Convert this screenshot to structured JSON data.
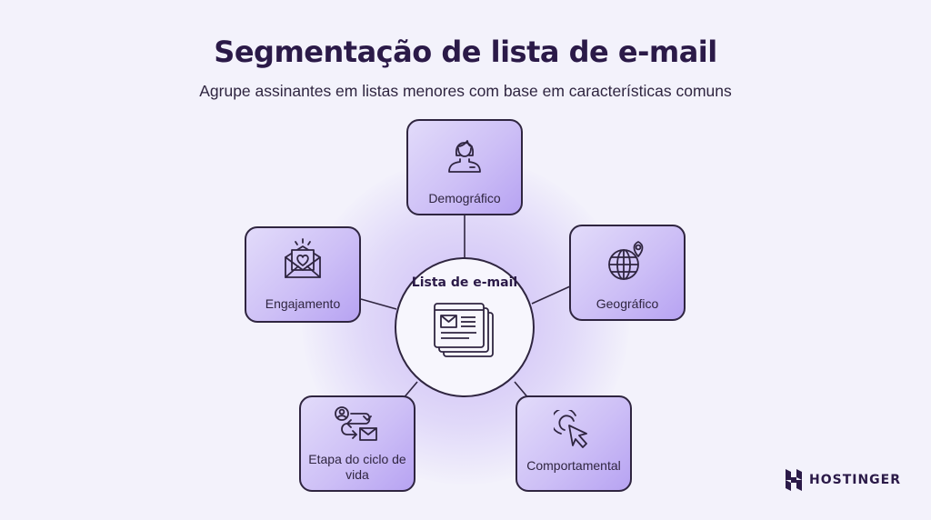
{
  "header": {
    "title": "Segmentação de lista de e-mail",
    "subtitle": "Agrupe assinantes em listas menores com base em características comuns"
  },
  "diagram": {
    "hub": {
      "label": "Lista de e-mail",
      "icon": "email-list-icon"
    },
    "nodes": [
      {
        "label": "Demográfico",
        "icon": "person-icon"
      },
      {
        "label": "Geográfico",
        "icon": "globe-pin-icon"
      },
      {
        "label": "Comportamental",
        "icon": "cursor-click-icon"
      },
      {
        "label": "Etapa do ciclo de vida",
        "icon": "lifecycle-icon"
      },
      {
        "label": "Engajamento",
        "icon": "envelope-heart-icon"
      }
    ],
    "colors": {
      "node_fill": "#cdbff6",
      "stroke": "#2f2540",
      "background": "#f3f2fb"
    }
  },
  "brand": {
    "name": "HOSTINGER"
  }
}
